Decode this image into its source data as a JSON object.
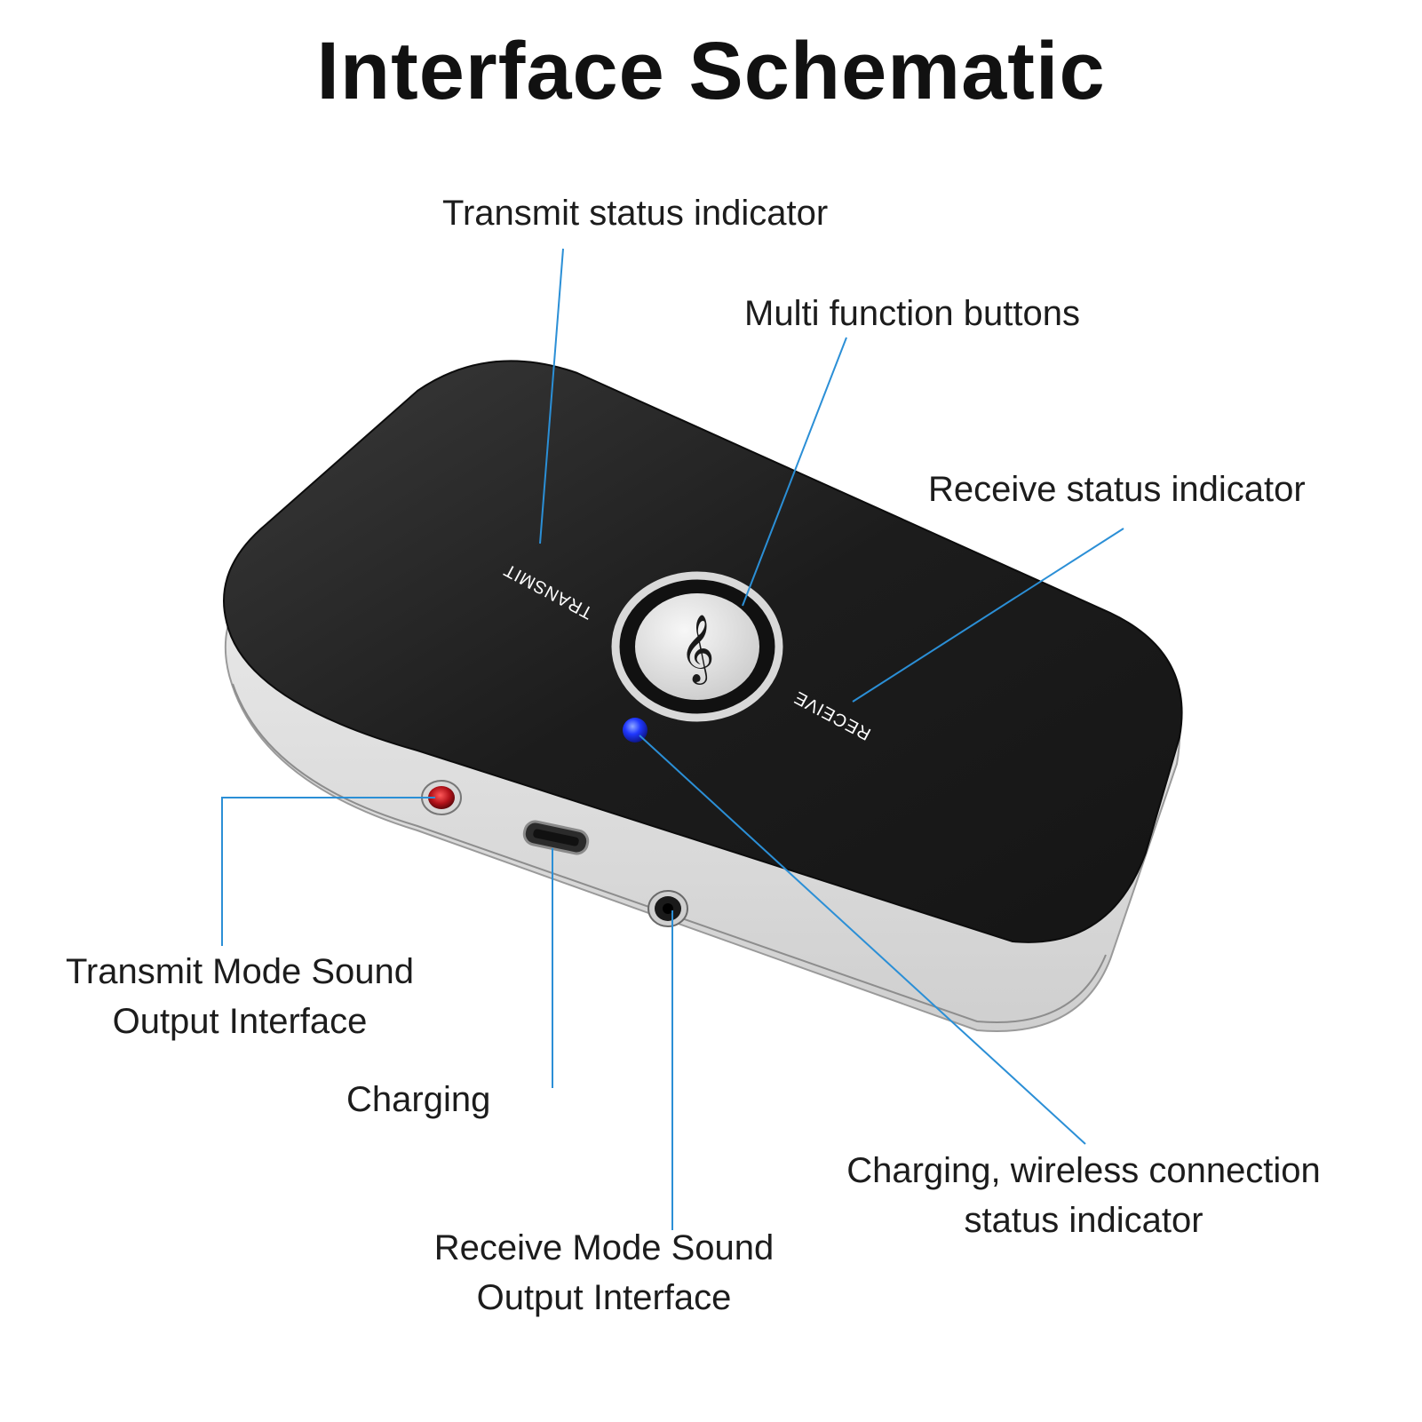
{
  "title": "Interface Schematic",
  "device": {
    "transmit_mark": "TRANSMIT",
    "receive_mark": "RECEIVE",
    "button_icon": "treble-clef-icon"
  },
  "callouts": {
    "transmit_status": "Transmit status indicator",
    "multi_function": "Multi function buttons",
    "receive_status": "Receive status indicator",
    "transmit_output": [
      "Transmit Mode Sound",
      "Output Interface"
    ],
    "charging": "Charging",
    "receive_output": [
      "Receive Mode Sound",
      "Output Interface"
    ],
    "connection_status": [
      "Charging, wireless connection",
      "status indicator"
    ]
  },
  "colors": {
    "leader_line": "#2b8fd6",
    "device_top": "#1e1e1e",
    "device_base": "#e6e6e6",
    "led": "#1e3cff",
    "red_jack": "#c0141a"
  }
}
